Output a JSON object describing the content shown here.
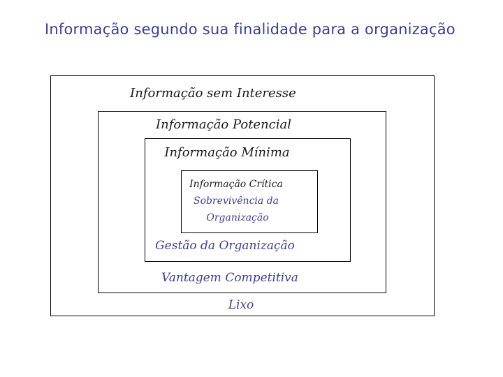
{
  "title": "Informação segundo sua finalidade para a organização",
  "diagram": {
    "outer": {
      "top_label": "Informação sem Interesse",
      "bottom_label": "Lixo"
    },
    "potential": {
      "top_label": "Informação Potencial",
      "bottom_label": "Vantagem Competitiva"
    },
    "minimal": {
      "top_label": "Informação Mínima",
      "bottom_label": "Gestão da Organização"
    },
    "critical": {
      "top_label": "Informação Crítica",
      "line2": "Sobrevivência da",
      "line3": "Organização"
    }
  },
  "colors": {
    "title": "#3b3f8c",
    "accent_text": "#3b3f8c",
    "primary_text": "#1a1a1a",
    "border": "#000000"
  }
}
